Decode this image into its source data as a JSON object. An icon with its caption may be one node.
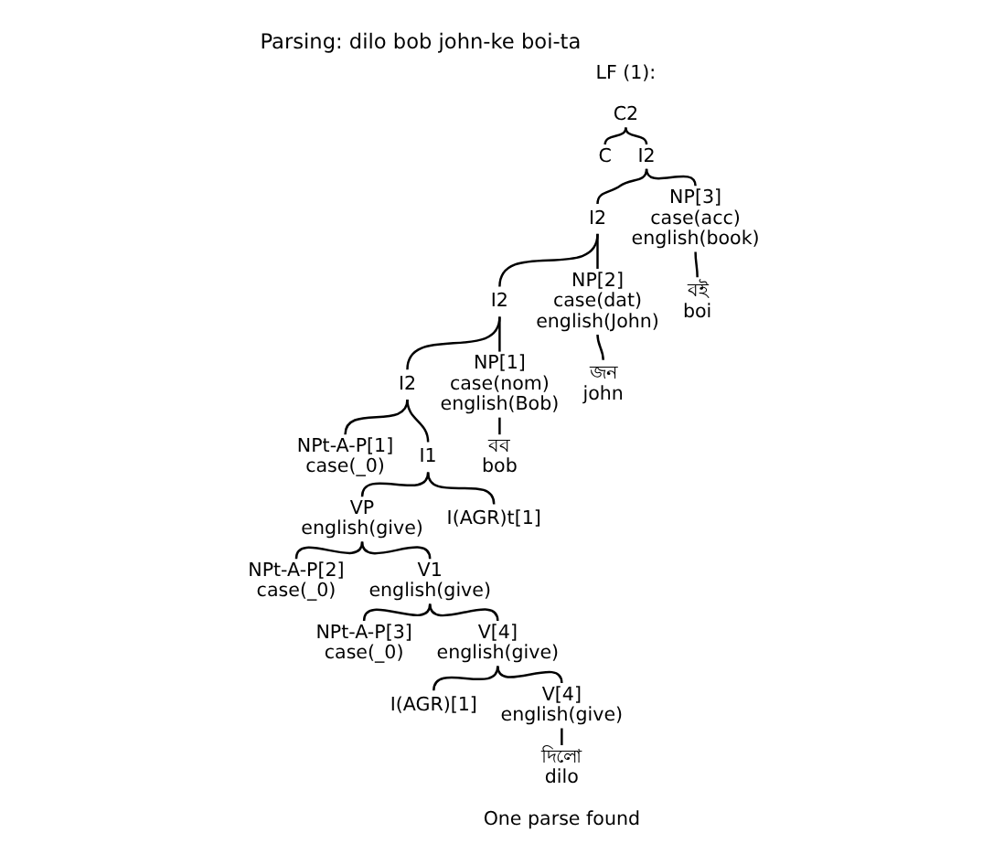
{
  "diagram": {
    "title": "Parsing: dilo bob john-ke boi-ta",
    "nodes": [
      {
        "text": [
          "C2"
        ]
      },
      {
        "text": [
          "C"
        ]
      },
      {
        "text": [
          "I2"
        ]
      },
      {
        "text": [
          "I2"
        ]
      },
      {
        "text": [
          "NP[3]",
          "case(acc)",
          "english(book)"
        ]
      },
      {
        "text": [
          "বই",
          "boi"
        ]
      },
      {
        "text": [
          "I2"
        ]
      },
      {
        "text": [
          "NP[2]",
          "case(dat)",
          "english(John)"
        ]
      },
      {
        "text": [
          "জন",
          "john"
        ]
      },
      {
        "text": [
          "I2"
        ]
      },
      {
        "text": [
          "NP[1]",
          "case(nom)",
          "english(Bob)"
        ]
      },
      {
        "text": [
          "বব",
          "bob"
        ]
      },
      {
        "text": [
          "NPt-A-P[1]",
          "case(_0)"
        ]
      },
      {
        "text": [
          "I1"
        ]
      },
      {
        "text": [
          "VP",
          "english(give)"
        ]
      },
      {
        "text": [
          "I(AGR)t[1]"
        ]
      },
      {
        "text": [
          "NPt-A-P[2]",
          "case(_0)"
        ]
      },
      {
        "text": [
          "V1",
          "english(give)"
        ]
      },
      {
        "text": [
          "NPt-A-P[3]",
          "case(_0)"
        ]
      },
      {
        "text": [
          "V[4]",
          "english(give)"
        ]
      },
      {
        "text": [
          "I(AGR)[1]"
        ]
      },
      {
        "text": [
          "V[4]",
          "english(give)"
        ]
      },
      {
        "text": [
          "দিলো",
          "dilo"
        ]
      }
    ],
    "edges": [
      {
        "from": 0,
        "to": 1,
        "arrow": "none"
      },
      {
        "from": 0,
        "to": 2,
        "arrow": "none"
      },
      {
        "from": 2,
        "to": 3,
        "arrow": "none"
      },
      {
        "from": 2,
        "to": 4,
        "arrow": "none"
      },
      {
        "from": 4,
        "to": 5,
        "arrow": "none"
      },
      {
        "from": 3,
        "to": 6,
        "arrow": "none"
      },
      {
        "from": 3,
        "to": 7,
        "arrow": "none"
      },
      {
        "from": 7,
        "to": 8,
        "arrow": "none"
      },
      {
        "from": 6,
        "to": 9,
        "arrow": "none"
      },
      {
        "from": 6,
        "to": 10,
        "arrow": "none"
      },
      {
        "from": 10,
        "to": 11,
        "arrow": "none"
      },
      {
        "from": 9,
        "to": 12,
        "arrow": "none"
      },
      {
        "from": 9,
        "to": 13,
        "arrow": "none"
      },
      {
        "from": 13,
        "to": 14,
        "arrow": "none"
      },
      {
        "from": 13,
        "to": 15,
        "arrow": "none"
      },
      {
        "from": 14,
        "to": 16,
        "arrow": "none"
      },
      {
        "from": 14,
        "to": 17,
        "arrow": "none"
      },
      {
        "from": 17,
        "to": 18,
        "arrow": "none"
      },
      {
        "from": 17,
        "to": 19,
        "arrow": "none"
      },
      {
        "from": 19,
        "to": 20,
        "arrow": "none"
      },
      {
        "from": 19,
        "to": 21,
        "arrow": "none"
      },
      {
        "from": 21,
        "to": 22,
        "arrow": "none"
      }
    ],
    "labels": [
      "LF (1):",
      "One parse found"
    ]
  }
}
